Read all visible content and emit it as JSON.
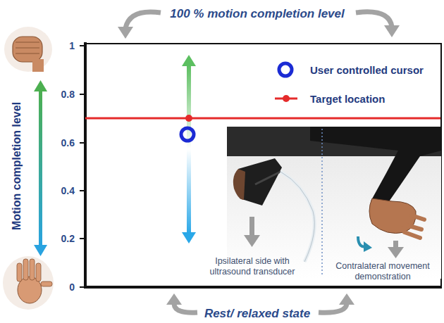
{
  "diagram": {
    "labels": [
      "100 % motion completion level",
      "1",
      "0.8",
      "0.6",
      "0.4",
      "0.2",
      "0",
      "Motion completion level",
      "Ipsilateral side with ultrasound transducer",
      "Contralateral movement demonstration",
      "Rest/ relaxed state"
    ],
    "legend": [
      {
        "text": "User controlled cursor"
      },
      {
        "text": "Target location"
      }
    ]
  }
}
